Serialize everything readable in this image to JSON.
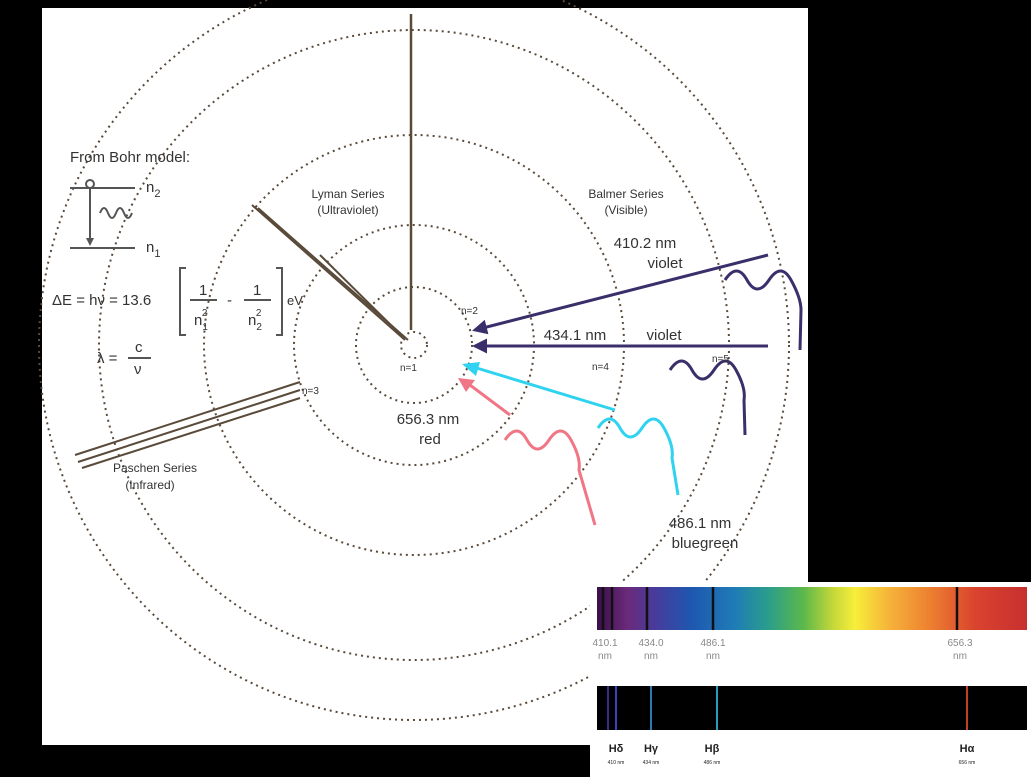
{
  "bohr": {
    "title": "From Bohr model:",
    "n_upper": "n",
    "n_upper_sub": "2",
    "n_lower": "n",
    "n_lower_sub": "1",
    "energy_lhs": "ΔE = hν = 13.6",
    "unit": "eV",
    "frac_one": "1",
    "frac_n": "n",
    "sub1": "1",
    "sub2": "2",
    "sup": "2",
    "minus": "-",
    "lambda_lhs": "λ =",
    "lambda_num": "c",
    "lambda_den": "ν"
  },
  "series": {
    "lyman_name": "Lyman Series",
    "lyman_sub": "(Ultraviolet)",
    "balmer_name": "Balmer Series",
    "balmer_sub": "(Visible)",
    "paschen_name": "Paschen Series",
    "paschen_sub": "(Infrared)"
  },
  "levels": {
    "n1": "n=1",
    "n2": "n=2",
    "n3": "n=3",
    "n4": "n=4",
    "n5": "n=5"
  },
  "transitions": [
    {
      "wavelength": "410.2 nm",
      "color_name": "violet",
      "color": "#3b2f6b"
    },
    {
      "wavelength": "434.1 nm",
      "color_name": "violet",
      "color": "#3b2f6b"
    },
    {
      "wavelength": "486.1 nm",
      "color_name": "bluegreen",
      "color": "#2fd3f0"
    },
    {
      "wavelength": "656.3 nm",
      "color_name": "red",
      "color": "#f07585"
    }
  ],
  "spectrum": {
    "lines": [
      {
        "value": "410.1",
        "unit": "nm"
      },
      {
        "value": "434.0",
        "unit": "nm"
      },
      {
        "value": "486.1",
        "unit": "nm"
      },
      {
        "value": "656.3",
        "unit": "nm"
      }
    ]
  },
  "emission": {
    "labels": [
      {
        "symbol": "Hδ",
        "nm": "410 nm"
      },
      {
        "symbol": "Hγ",
        "nm": "434 nm"
      },
      {
        "symbol": "Hβ",
        "nm": "486 nm"
      },
      {
        "symbol": "Hα",
        "nm": "656 nm"
      }
    ]
  }
}
